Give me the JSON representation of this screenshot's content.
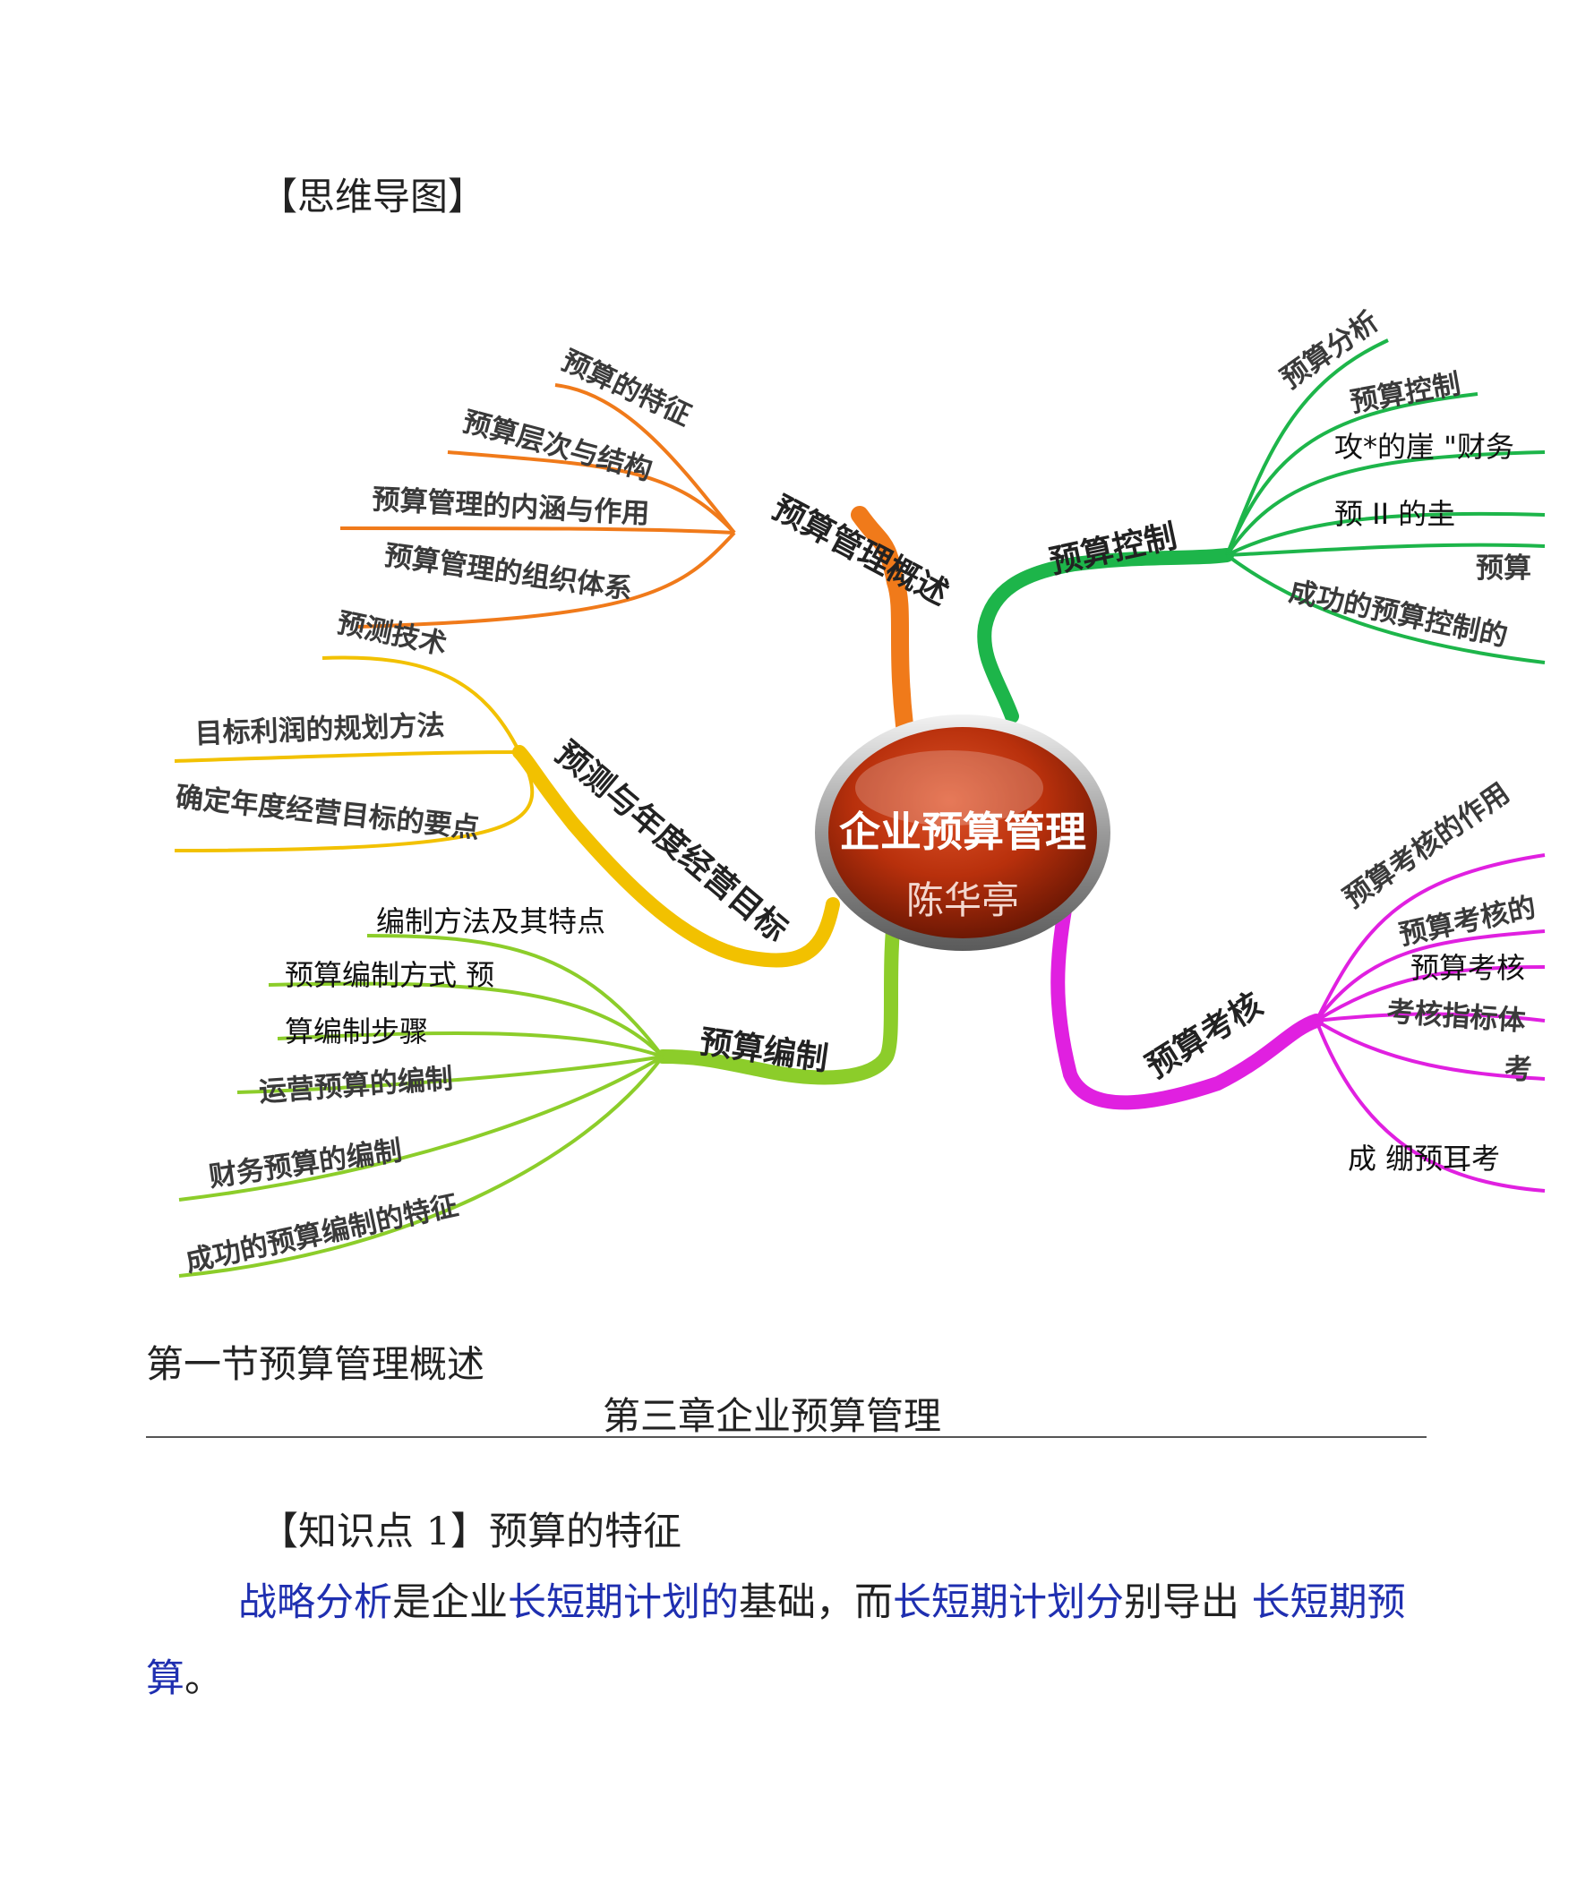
{
  "page_heading": "【思维导图】",
  "mindmap": {
    "center": {
      "title": "企业预算管理",
      "author": "陈华亭"
    },
    "branches": [
      {
        "title": "预算管理概述",
        "color": "#f07a1a",
        "items": [
          "预算的特征",
          "预算层次与结构",
          "预算管理的内涵与作用",
          "预算管理的组织体系"
        ]
      },
      {
        "title": "预测与年度经营目标",
        "color": "#f2c100",
        "items": [
          "预测技术",
          "目标利润的规划方法",
          "确定年度经营目标的要点"
        ]
      },
      {
        "title": "预算编制",
        "color": "#8ccd2a",
        "items": [
          "编制方法及其特点",
          "预算编制方式 预",
          "算编制步骤",
          "运营预算的编制",
          "财务预算的编制",
          "成功的预算编制的特征"
        ]
      },
      {
        "title": "预算控制",
        "color": "#1db54a",
        "items": [
          "预算分析",
          "预算控制",
          "攻*的崖 \"财务",
          "预 II 的圭",
          "预算",
          "成功的预算控制的"
        ]
      },
      {
        "title": "预算考核",
        "color": "#e020e0",
        "items": [
          "预算考核的作用",
          "预算考核的",
          "预算考核",
          "考核指标体",
          "考",
          "成 绷预耳考"
        ]
      }
    ]
  },
  "section_title": "第一节预算管理概述",
  "chapter_title": "第三章企业预算管理",
  "knowledge_point": "【知识点 1】预算的特征",
  "paragraph": {
    "strategy": "战略分析",
    "t1": "是企业",
    "plan1": "长短期计划的",
    "t2": "基础，而",
    "plan2": "长短期计划分",
    "t3": "别导出 ",
    "budget": "长短期预算",
    "end": "。"
  }
}
